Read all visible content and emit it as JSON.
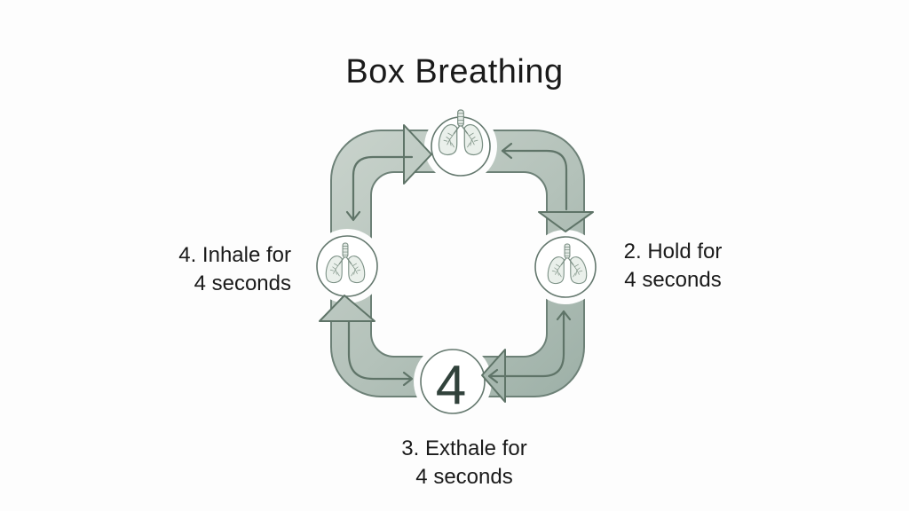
{
  "title": "Box Breathing",
  "labels": {
    "left": {
      "line1": "4. Inhale for",
      "line2": "4 seconds"
    },
    "right": {
      "line1": "2. Hold for",
      "line2": "4 seconds"
    },
    "bottom": {
      "line1": "3. Exthale for",
      "line2": "4 seconds"
    }
  },
  "center_count": "4",
  "icons": {
    "top": "lungs-icon",
    "left": "lungs-icon",
    "right": "lungs-icon"
  },
  "colors": {
    "background": "#fdfdfd",
    "pipe_light": "#c9d3cc",
    "pipe_mid": "#b3c1b9",
    "pipe_dark": "#9db0a7",
    "outline": "#6d8177",
    "arrow_line": "#5f7468",
    "text": "#1a1a1a",
    "number": "#31423b"
  }
}
